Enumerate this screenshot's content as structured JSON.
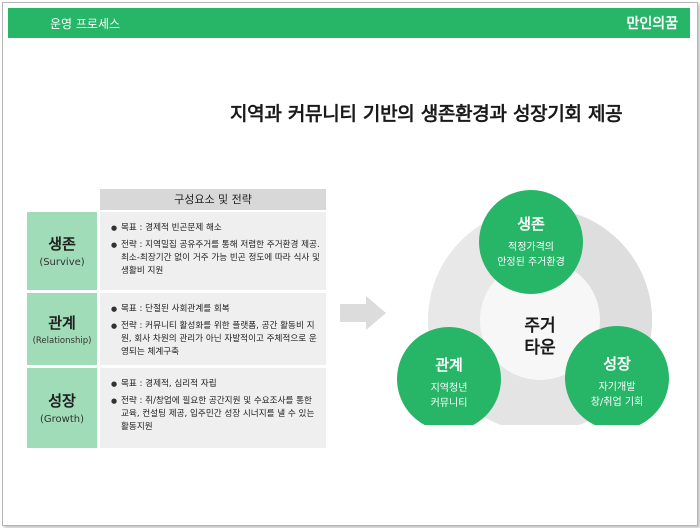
{
  "header": {
    "section_title": "운영 프로세스",
    "brand": "만인의꿈"
  },
  "headline": "지역과 커뮤니티 기반의 생존환경과 성장기회 제공",
  "table": {
    "column_header": "구성요소 및 전략",
    "rows": [
      {
        "label_ko": "생존",
        "label_en": "(Survive)",
        "goal": "목표 : 경제적 빈곤문제 해소",
        "strategy": "전략 :  지역밀집 공유주거를 통해 저렴한 주거환경 제공. 최소-최장기간 없이 거주 가능 빈곤 정도에 따라 식사 및 생활비 지원"
      },
      {
        "label_ko": "관계",
        "label_en": "(Relationship)",
        "goal": "목표 : 단절된 사회관계를 회복",
        "strategy": "전략 : 커뮤니티 활성화를 위한 플랫폼, 공간 활동비 지원, 회사 차원의 관리가 아닌 자발적이고 주체적으로 운영되는 체계구축"
      },
      {
        "label_ko": "성장",
        "label_en": "(Growth)",
        "goal": "목표 :  경제적, 심리적 자립",
        "strategy": "전략 : 취/창업에 필요한 공간지원 및 수요조사를 통한 교육, 컨설팅 제공, 입주민간 성장 시너지를 낼 수 있는 활동지원"
      }
    ]
  },
  "diagram": {
    "center": [
      "주거",
      "타운"
    ],
    "nodes": [
      {
        "title": "생존",
        "lines": [
          "적정가격의",
          "안정된 주거환경"
        ]
      },
      {
        "title": "관계",
        "lines": [
          "지역청년",
          "커뮤니티"
        ]
      },
      {
        "title": "성장",
        "lines": [
          "자기개발",
          "창/취업 기회"
        ]
      }
    ],
    "colors": {
      "node": "#27b567",
      "ring": "#e6e6e6",
      "center": "#f7f7f7",
      "label_bg": "#9fdcb7",
      "arrow": "#dcdcdc"
    }
  }
}
